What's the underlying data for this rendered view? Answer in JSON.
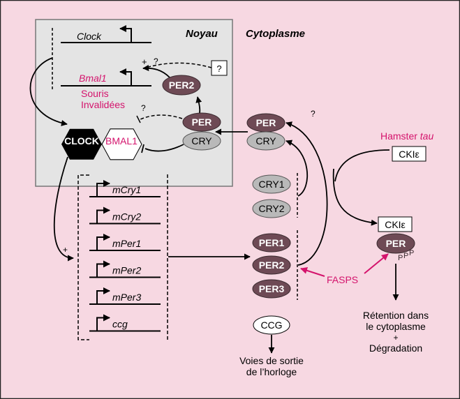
{
  "colors": {
    "background": "#f7d8e2",
    "nucleus_fill": "#e4e4e4",
    "per_fill": "#6e4a55",
    "cry_fill": "#b9b9b9",
    "accent_magenta": "#d4136c",
    "line": "#000000"
  },
  "compartments": {
    "nucleus": "Noyau",
    "cytoplasm": "Cytoplasme"
  },
  "nucleus": {
    "genes_top": [
      {
        "name": "Clock",
        "color": "#000000"
      },
      {
        "name": "Bmal1",
        "color": "#d4136c"
      }
    ],
    "knockout_label_line1": "Souris",
    "knockout_label_line2": "Invalidées",
    "unknown_box": "?",
    "plus_sign": "+",
    "question_marks": [
      "?",
      "?"
    ],
    "per2": "PER2",
    "per": "PER",
    "cry": "CRY",
    "clock_protein": "CLOCK",
    "bmal1_protein": "BMAL1",
    "target_genes": [
      "mCry1",
      "mCry2",
      "mPer1",
      "mPer2",
      "mPer3",
      "ccg"
    ],
    "activation_plus": "+"
  },
  "cytoplasm": {
    "per": "PER",
    "cry": "CRY",
    "question": "?",
    "cry_proteins": [
      "CRY1",
      "CRY2"
    ],
    "per_proteins": [
      "PER1",
      "PER2",
      "PER3"
    ],
    "ccg": "CCG",
    "output_line1": "Voies de sortie",
    "output_line2": "de l’horloge",
    "hamster_label": "Hamster ",
    "hamster_label_italic": "tau",
    "ckie_top": "CKIε",
    "ckie_bottom": "CKIε",
    "per_phospho": "PER",
    "phospho_p": [
      "P",
      "P",
      "P"
    ],
    "fasps": "FASPS",
    "fate_line1": "Rétention dans",
    "fate_line2": "le cytoplasme",
    "fate_plus": "+",
    "fate_line3": "Dégradation"
  }
}
